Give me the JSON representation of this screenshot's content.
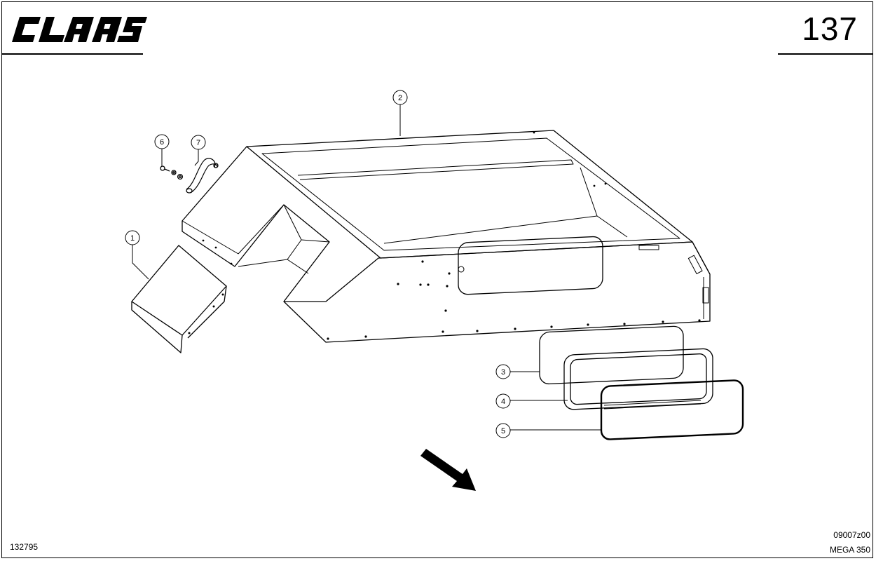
{
  "header": {
    "brand": "CLAAS",
    "page_number": "137"
  },
  "parts": {
    "p1": "1",
    "p2": "2",
    "p3": "3",
    "p4": "4",
    "p5": "5",
    "p6": "6",
    "p7": "7"
  },
  "footer": {
    "left_code": "132795",
    "right_code": "09007z00",
    "model": "MEGA 350"
  },
  "icons": {
    "direction": "direction-arrow-icon"
  }
}
